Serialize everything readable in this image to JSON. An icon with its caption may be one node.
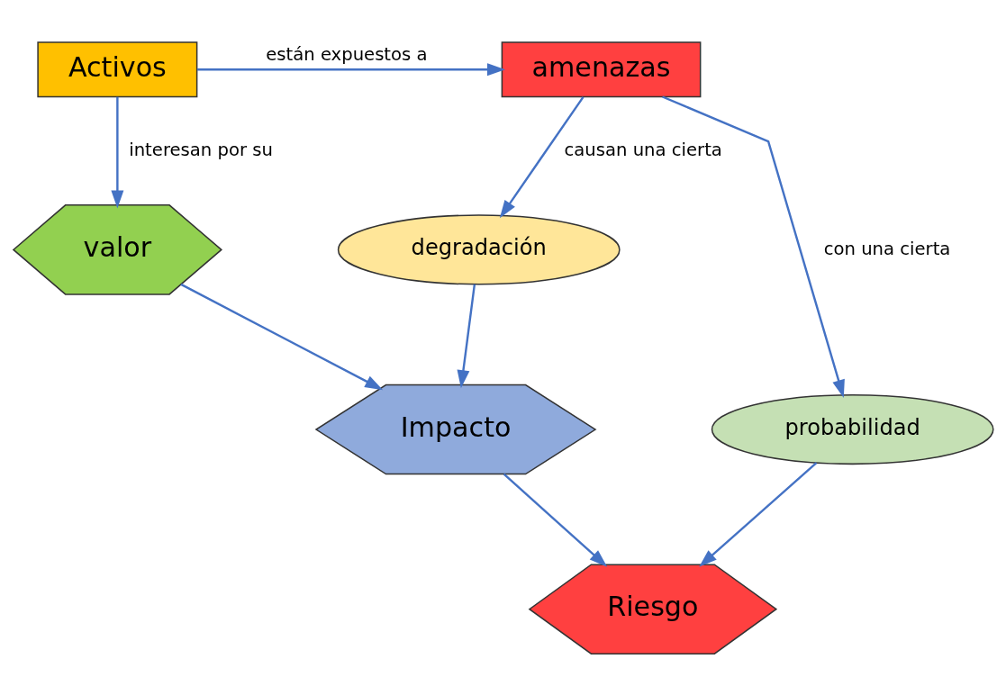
{
  "diagram": {
    "nodes": [
      {
        "text": [
          "Activos"
        ]
      },
      {
        "text": [
          "amenazas"
        ]
      },
      {
        "text": [
          "valor"
        ]
      },
      {
        "text": [
          "degradación"
        ]
      },
      {
        "text": [
          "Impacto"
        ]
      },
      {
        "text": [
          "probabilidad"
        ]
      },
      {
        "text": [
          "Riesgo"
        ]
      }
    ],
    "edges": [
      {
        "from": 0,
        "to": 1,
        "arrow": "to",
        "label": "están expuestos a"
      },
      {
        "from": 0,
        "to": 2,
        "arrow": "to",
        "label": "interesan por su"
      },
      {
        "from": 2,
        "to": 4,
        "arrow": "to"
      },
      {
        "from": 1,
        "to": 3,
        "arrow": "to",
        "label": "causan una cierta"
      },
      {
        "from": 1,
        "to": 5,
        "arrow": "to",
        "label": "con una cierta"
      },
      {
        "from": 3,
        "to": 4,
        "arrow": "to"
      },
      {
        "from": 4,
        "to": 6,
        "arrow": "to"
      },
      {
        "from": 5,
        "to": 6,
        "arrow": "to"
      }
    ]
  }
}
